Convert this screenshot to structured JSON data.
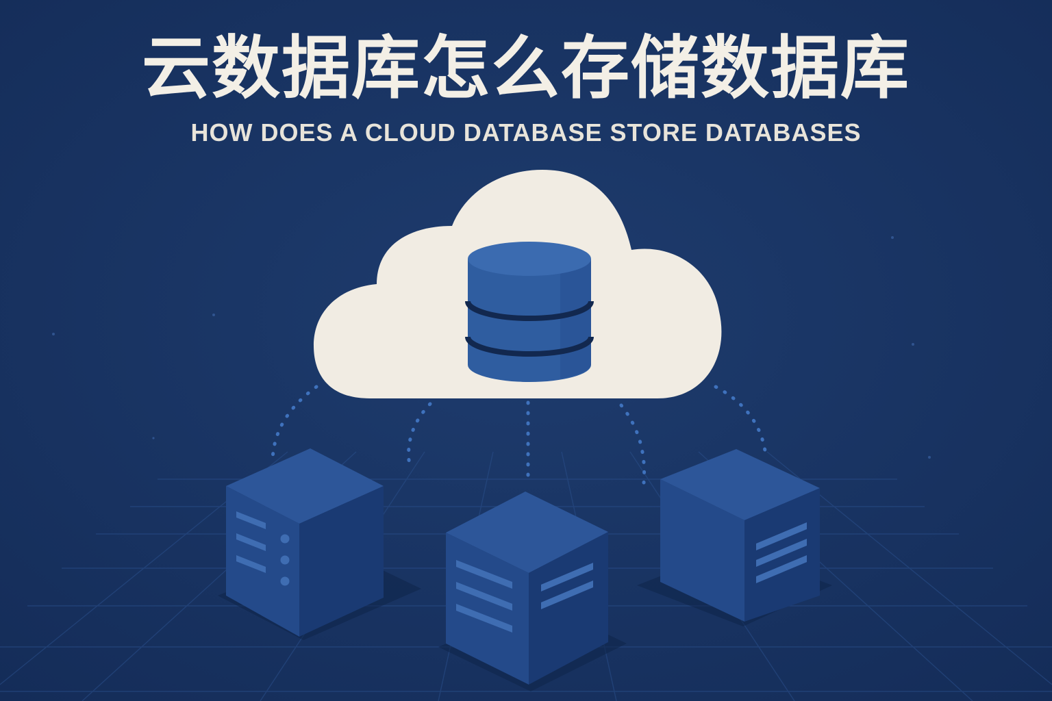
{
  "title": "云数据库怎么存储数据库",
  "subtitle": "HOW DOES A CLOUD DATABASE STORE DATABASES",
  "colors": {
    "background": "#1b3767",
    "background_dark": "#132a55",
    "cloud": "#f1ece3",
    "cylinder_top": "#3b6bb0",
    "cylinder_body": "#2f5da0",
    "cylinder_band": "#12284f",
    "server_top": "#2d5699",
    "server_left": "#244a8a",
    "server_right": "#1a3a73",
    "server_detail": "#3f6db2",
    "dots": "#3f72bd",
    "grid": "#274b86",
    "title": "#f3efe6"
  },
  "diagram": {
    "nodes": [
      {
        "id": "cloud",
        "kind": "cloud",
        "icon": "cloud-icon"
      },
      {
        "id": "db",
        "kind": "database",
        "icon": "database-cylinder-icon",
        "bands": 2
      },
      {
        "id": "server-left",
        "kind": "server",
        "icon": "server-icon",
        "panel": "lines-and-dots"
      },
      {
        "id": "server-middle",
        "kind": "server",
        "icon": "server-icon",
        "panel": "lines"
      },
      {
        "id": "server-right",
        "kind": "server",
        "icon": "server-icon",
        "panel": "lines"
      }
    ],
    "connections": [
      {
        "from": "cloud",
        "to": "server-left",
        "style": "dotted"
      },
      {
        "from": "cloud",
        "to": "server-middle",
        "style": "dotted"
      },
      {
        "from": "cloud",
        "to": "server-middle",
        "style": "dotted"
      },
      {
        "from": "cloud",
        "to": "server-right",
        "style": "dotted"
      },
      {
        "from": "cloud",
        "to": "server-right",
        "style": "dotted"
      }
    ]
  }
}
